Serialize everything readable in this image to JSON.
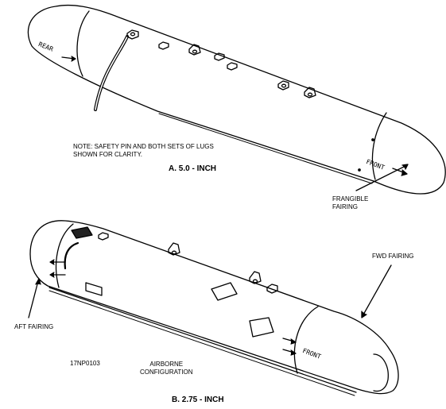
{
  "top_figure": {
    "note": "NOTE: SAFETY PIN AND BOTH SETS OF LUGS\nSHOWN FOR CLARITY.",
    "caption": "A.  5.0 - INCH",
    "callout_frangible": "FRANGIBLE\nFAIRING",
    "marking_rear": "REAR",
    "marking_front": "FRONT"
  },
  "bottom_figure": {
    "callout_fwd": "FWD FAIRING",
    "callout_aft": "AFT FAIRING",
    "drawing_id": "17NP0103",
    "config": "AIRBORNE\nCONFIGURATION",
    "caption": "B.  2.75 - INCH",
    "marking_front": "FRONT"
  },
  "colors": {
    "ink": "#000000",
    "paper": "#ffffff"
  }
}
